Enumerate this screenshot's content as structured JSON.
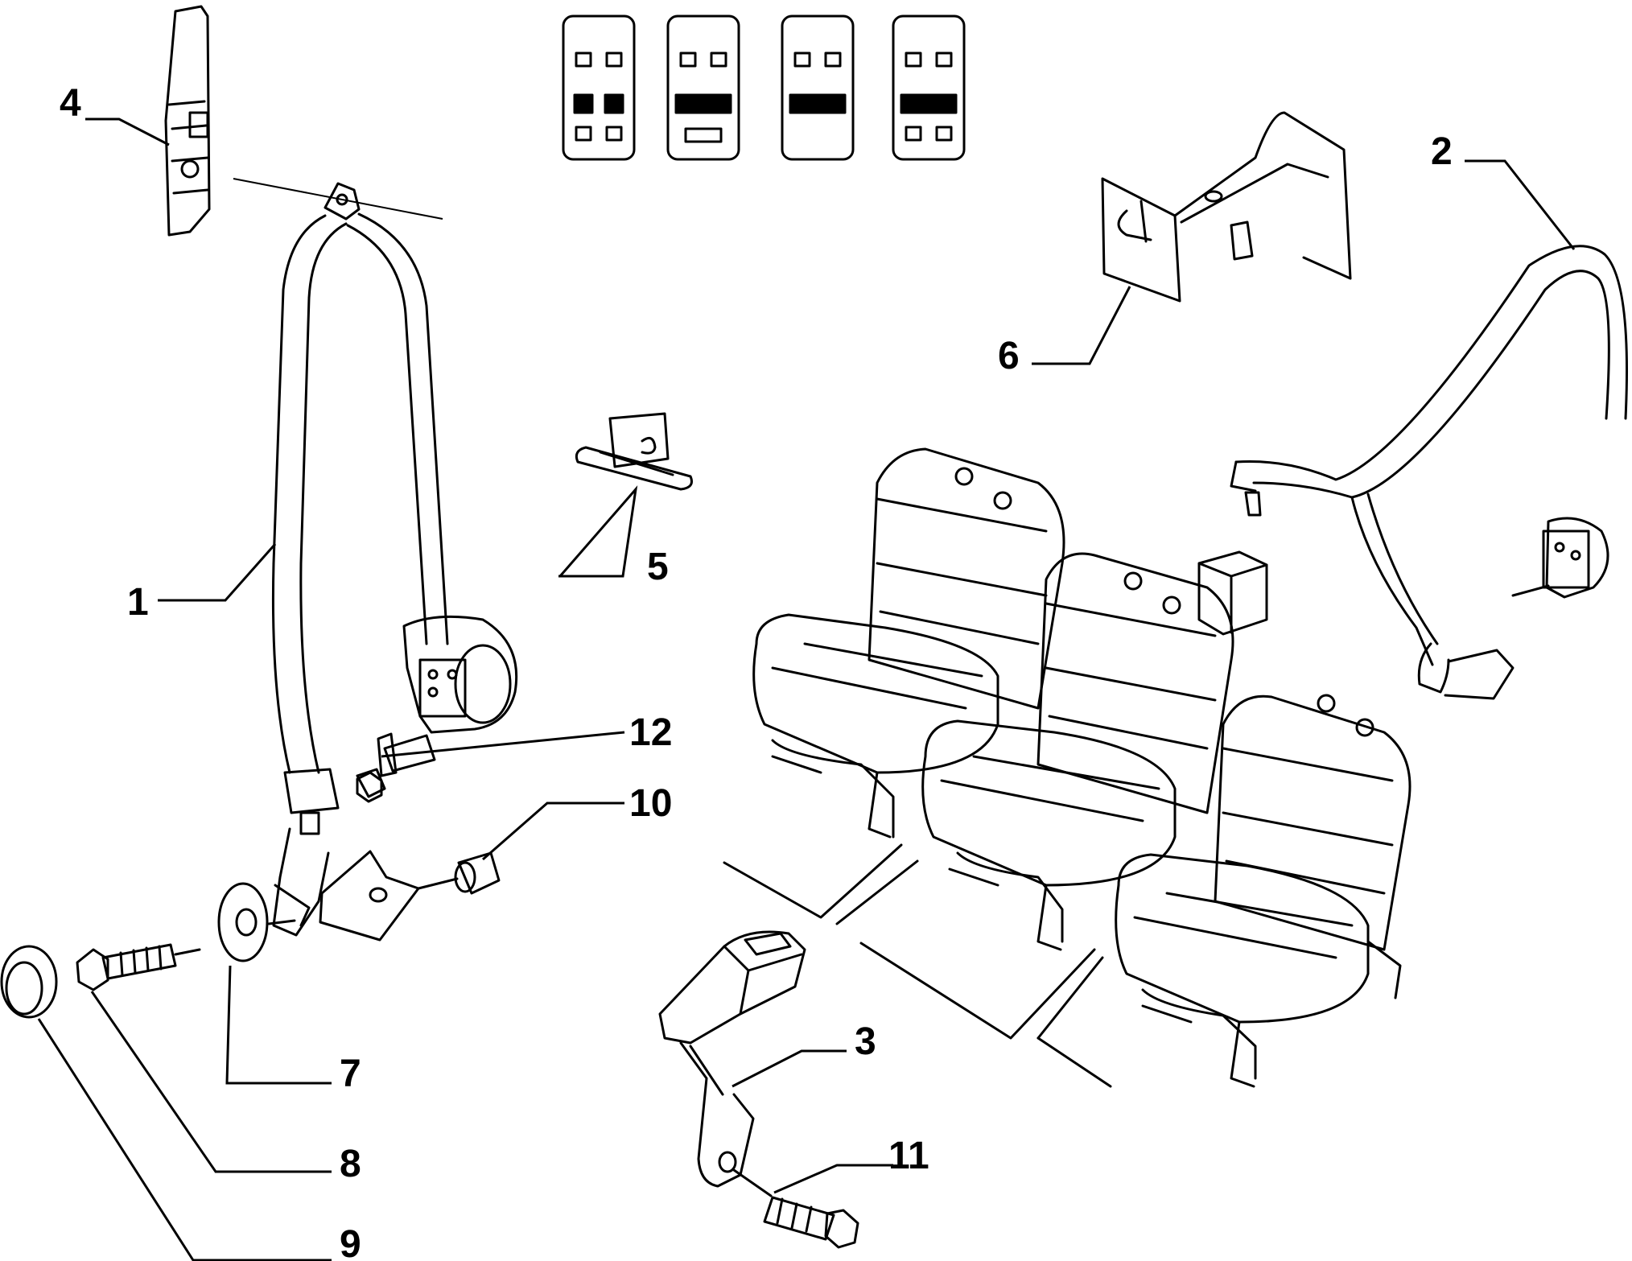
{
  "diagram": {
    "line_color": "#000000",
    "background_color": "#ffffff",
    "callouts": [
      {
        "id": "c1",
        "label": "1"
      },
      {
        "id": "c2",
        "label": "2"
      },
      {
        "id": "c3",
        "label": "3"
      },
      {
        "id": "c4",
        "label": "4"
      },
      {
        "id": "c5",
        "label": "5"
      },
      {
        "id": "c6",
        "label": "6"
      },
      {
        "id": "c7",
        "label": "7"
      },
      {
        "id": "c8",
        "label": "8"
      },
      {
        "id": "c9",
        "label": "9"
      },
      {
        "id": "c10",
        "label": "10"
      },
      {
        "id": "c11",
        "label": "11"
      },
      {
        "id": "c12",
        "label": "12"
      }
    ],
    "seat_configuration_icons": [
      {
        "name": "config-icon-1"
      },
      {
        "name": "config-icon-2"
      },
      {
        "name": "config-icon-3"
      },
      {
        "name": "config-icon-4"
      }
    ]
  }
}
